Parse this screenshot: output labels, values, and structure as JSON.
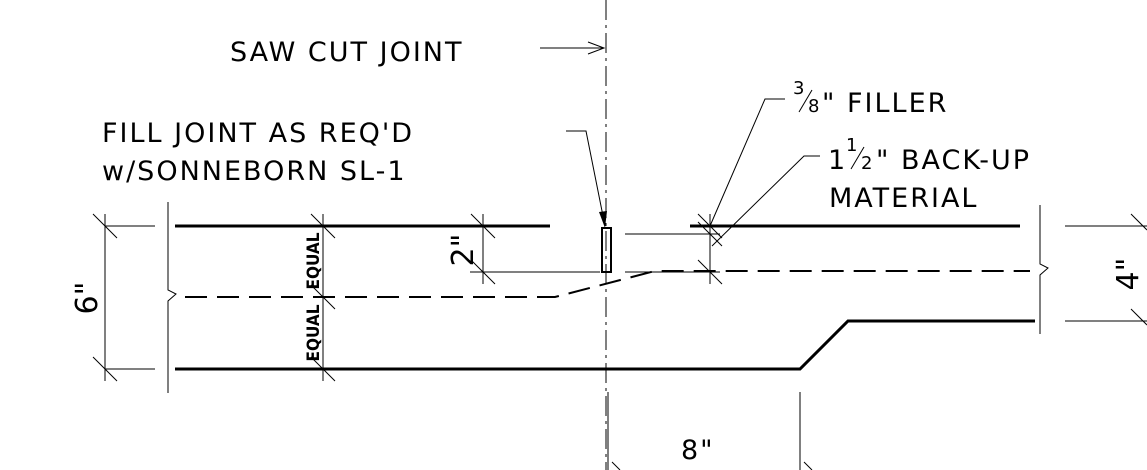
{
  "labels": {
    "saw_cut": "SAW CUT JOINT",
    "fill_line1": "FILL JOINT AS REQ'D",
    "fill_line2": "w/SONNEBORN SL-1",
    "filler_num": "3",
    "filler_den": "8",
    "filler_text": "\" FILLER",
    "backup_whole": "1",
    "backup_num": "1",
    "backup_den": "2",
    "backup_text": "\" BACK-UP",
    "backup_line2": "MATERIAL",
    "equal_top": "EQUAL",
    "equal_bottom": "EQUAL"
  },
  "dimensions": {
    "six_inch": "6\"",
    "two_inch": "2\"",
    "four_inch": "4\"",
    "eight_inch": "8\""
  }
}
